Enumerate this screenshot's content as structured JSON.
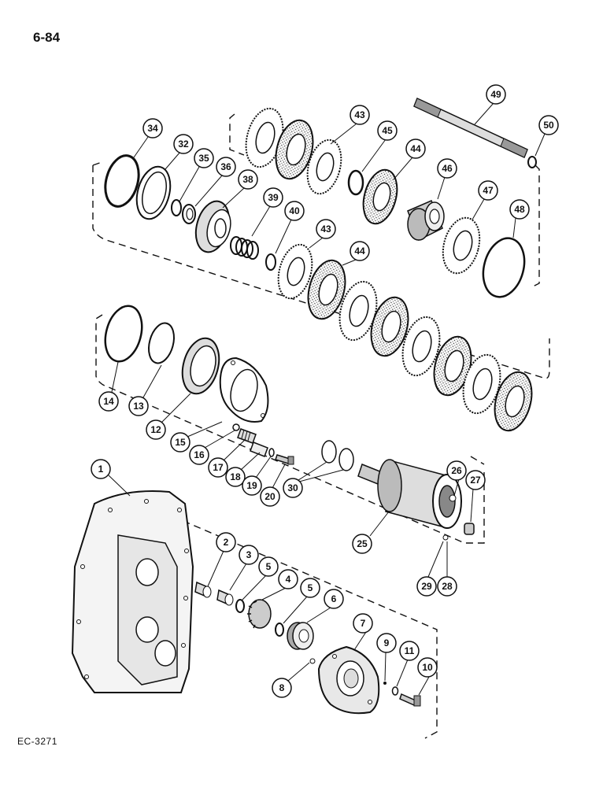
{
  "page_number": "6-84",
  "figure_code": "EC-3271",
  "callouts": [
    {
      "id": "c34",
      "label": "34"
    },
    {
      "id": "c32",
      "label": "32"
    },
    {
      "id": "c35",
      "label": "35"
    },
    {
      "id": "c36",
      "label": "36"
    },
    {
      "id": "c38",
      "label": "38"
    },
    {
      "id": "c39",
      "label": "39"
    },
    {
      "id": "c40",
      "label": "40"
    },
    {
      "id": "c43a",
      "label": "43"
    },
    {
      "id": "c45",
      "label": "45"
    },
    {
      "id": "c44a",
      "label": "44"
    },
    {
      "id": "c46",
      "label": "46"
    },
    {
      "id": "c47",
      "label": "47"
    },
    {
      "id": "c48",
      "label": "48"
    },
    {
      "id": "c49",
      "label": "49"
    },
    {
      "id": "c50",
      "label": "50"
    },
    {
      "id": "c43b",
      "label": "43"
    },
    {
      "id": "c44b",
      "label": "44"
    },
    {
      "id": "c14",
      "label": "14"
    },
    {
      "id": "c13",
      "label": "13"
    },
    {
      "id": "c12",
      "label": "12"
    },
    {
      "id": "c15",
      "label": "15"
    },
    {
      "id": "c16",
      "label": "16"
    },
    {
      "id": "c17",
      "label": "17"
    },
    {
      "id": "c18",
      "label": "18"
    },
    {
      "id": "c19",
      "label": "19"
    },
    {
      "id": "c20",
      "label": "20"
    },
    {
      "id": "c30",
      "label": "30"
    },
    {
      "id": "c25",
      "label": "25"
    },
    {
      "id": "c26",
      "label": "26"
    },
    {
      "id": "c27",
      "label": "27"
    },
    {
      "id": "c29",
      "label": "29"
    },
    {
      "id": "c28",
      "label": "28"
    },
    {
      "id": "c1",
      "label": "1"
    },
    {
      "id": "c2",
      "label": "2"
    },
    {
      "id": "c3",
      "label": "3"
    },
    {
      "id": "c5a",
      "label": "5"
    },
    {
      "id": "c4",
      "label": "4"
    },
    {
      "id": "c5b",
      "label": "5"
    },
    {
      "id": "c6",
      "label": "6"
    },
    {
      "id": "c7",
      "label": "7"
    },
    {
      "id": "c9",
      "label": "9"
    },
    {
      "id": "c11",
      "label": "11"
    },
    {
      "id": "c10",
      "label": "10"
    },
    {
      "id": "c8",
      "label": "8"
    }
  ]
}
